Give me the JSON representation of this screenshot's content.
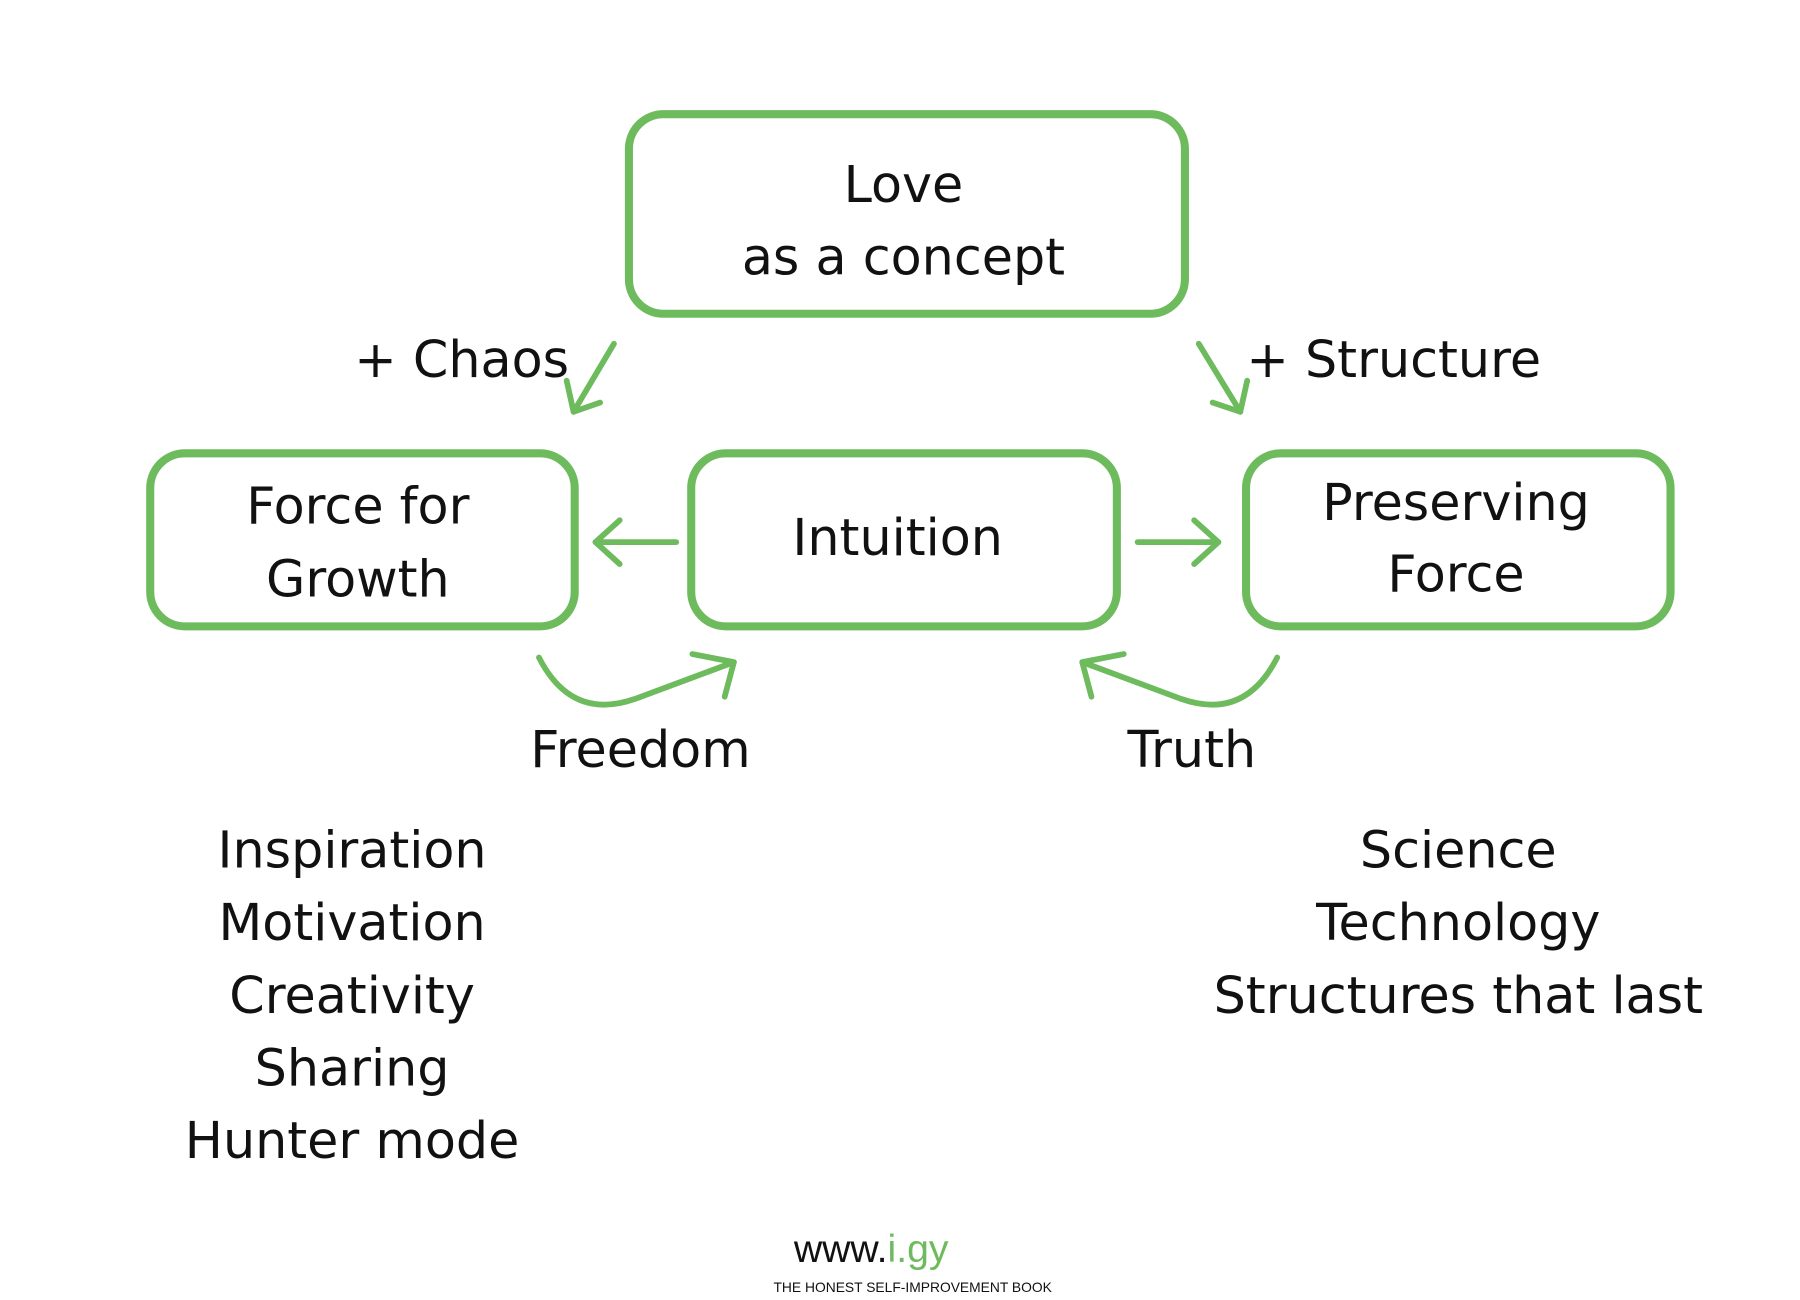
{
  "nodes": {
    "love": {
      "line1": "Love",
      "line2": "as a concept"
    },
    "growth": {
      "line1": "Force for",
      "line2": "Growth"
    },
    "intuition": {
      "line1": "Intuition"
    },
    "preserving": {
      "line1": "Preserving",
      "line2": "Force"
    }
  },
  "edges": {
    "chaos": "+ Chaos",
    "structure": "+ Structure",
    "freedom": "Freedom",
    "truth": "Truth"
  },
  "lists": {
    "growth": [
      "Inspiration",
      "Motivation",
      "Creativity",
      "Sharing",
      "Hunter mode"
    ],
    "preserving": [
      "Science",
      "Technology",
      "Structures that last"
    ]
  },
  "footer": {
    "url_prefix": "www.",
    "url_domain": "i.gy",
    "tagline": "THE HONEST SELF-IMPROVEMENT BOOK"
  },
  "colors": {
    "accent": "#6dbb5d",
    "text": "#111111"
  }
}
